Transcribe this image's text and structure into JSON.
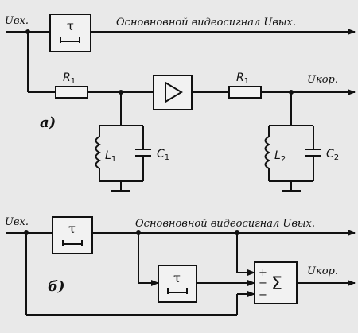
{
  "panel_a": {
    "label": "а)",
    "input_label": "Uвх.",
    "main_output_label": "Основновной видеосигнал  Uвых.",
    "correction_output_label": "Uкор.",
    "delay_symbol": "τ",
    "resistor_1": {
      "letter": "R",
      "index": "1"
    },
    "resistor_2": {
      "letter": "R",
      "index": "1"
    },
    "inductor_1": {
      "letter": "L",
      "index": "1"
    },
    "capacitor_1": {
      "letter": "C",
      "index": "1"
    },
    "inductor_2": {
      "letter": "L",
      "index": "2"
    },
    "capacitor_2": {
      "letter": "C",
      "index": "2"
    }
  },
  "panel_b": {
    "label": "б)",
    "input_label": "Uвх.",
    "main_output_label": "Основновной видеосигнал Uвых.",
    "correction_output_label": "Uкор.",
    "delay_symbol_1": "τ",
    "delay_symbol_2": "τ",
    "sum_symbol": "Σ",
    "sign_plus": "+",
    "sign_minus_1": "−",
    "sign_minus_2": "−"
  },
  "colors": {
    "ink": "#111111",
    "paper": "#e9e9e9"
  }
}
